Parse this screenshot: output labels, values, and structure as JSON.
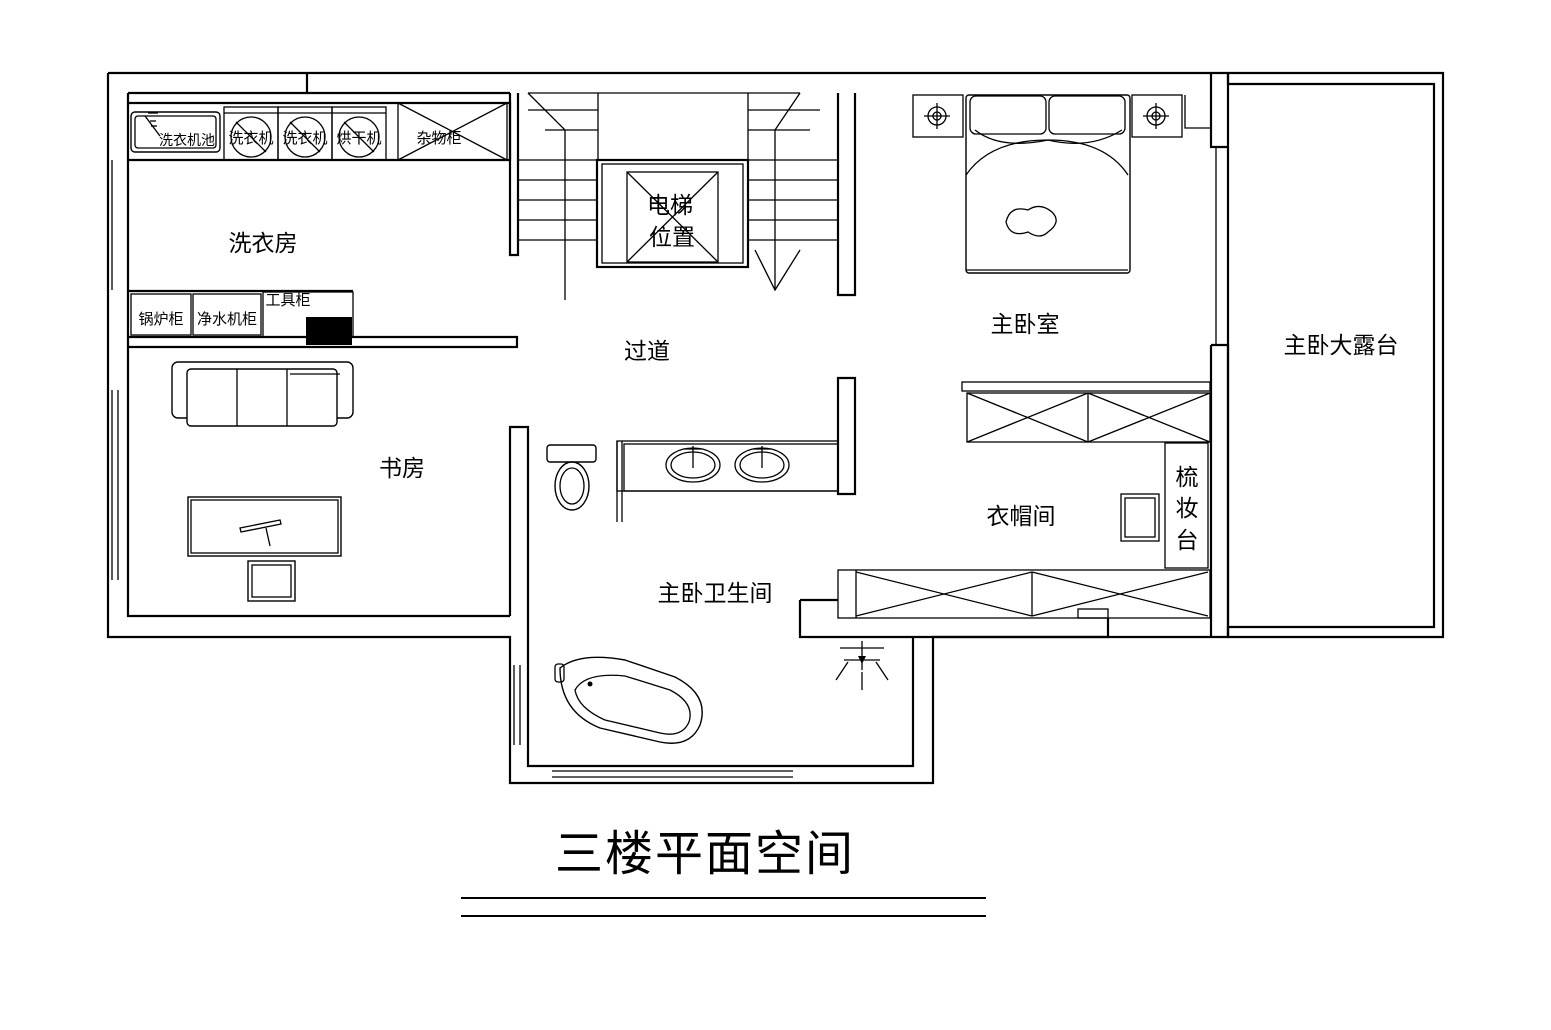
{
  "title": "三楼平面空间",
  "rooms": {
    "laundry": "洗衣房",
    "corridor": "过道",
    "master_bedroom": "主卧室",
    "master_terrace": "主卧大露台",
    "study": "书房",
    "cloakroom": "衣帽间",
    "master_bath": "主卧卫生间"
  },
  "fixtures": {
    "laundry_sink": "洗衣机池",
    "washer_1": "洗衣机",
    "washer_2": "洗衣机",
    "dryer": "烘干机",
    "storage_cabinet": "杂物柜",
    "boiler_cabinet": "锅炉柜",
    "water_purifier_cabinet": "净水机柜",
    "tool_cabinet": "工具柜",
    "elevator_line1": "电梯",
    "elevator_line2": "位置",
    "vanity_1": "梳",
    "vanity_2": "妆",
    "vanity_3": "台"
  },
  "colors": {
    "line": "#000000",
    "background": "#ffffff"
  }
}
